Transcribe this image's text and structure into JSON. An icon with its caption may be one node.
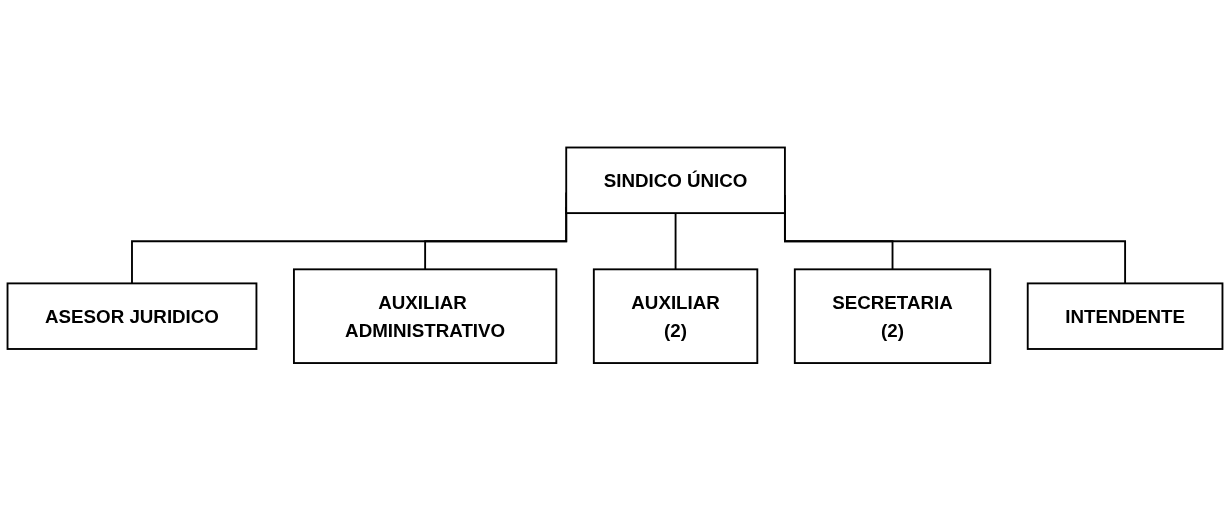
{
  "diagram": {
    "nodes": [
      {
        "text": [
          "SINDICO ÚNICO"
        ]
      },
      {
        "text": [
          "ASESOR JURIDICO"
        ]
      },
      {
        "text": [
          "AUXILIAR ADMINISTRATIVO"
        ]
      },
      {
        "text": [
          "AUXILIAR",
          "(2)"
        ]
      },
      {
        "text": [
          "SECRETARIA",
          "(2)"
        ]
      },
      {
        "text": [
          "INTENDENTE"
        ]
      }
    ],
    "edges": [
      {
        "from": 0,
        "to": 1,
        "arrow": "none"
      },
      {
        "from": 0,
        "to": 2,
        "arrow": "none"
      },
      {
        "from": 0,
        "to": 3,
        "arrow": "none"
      },
      {
        "from": 0,
        "to": 4,
        "arrow": "none"
      },
      {
        "from": 0,
        "to": 5,
        "arrow": "none"
      }
    ]
  }
}
